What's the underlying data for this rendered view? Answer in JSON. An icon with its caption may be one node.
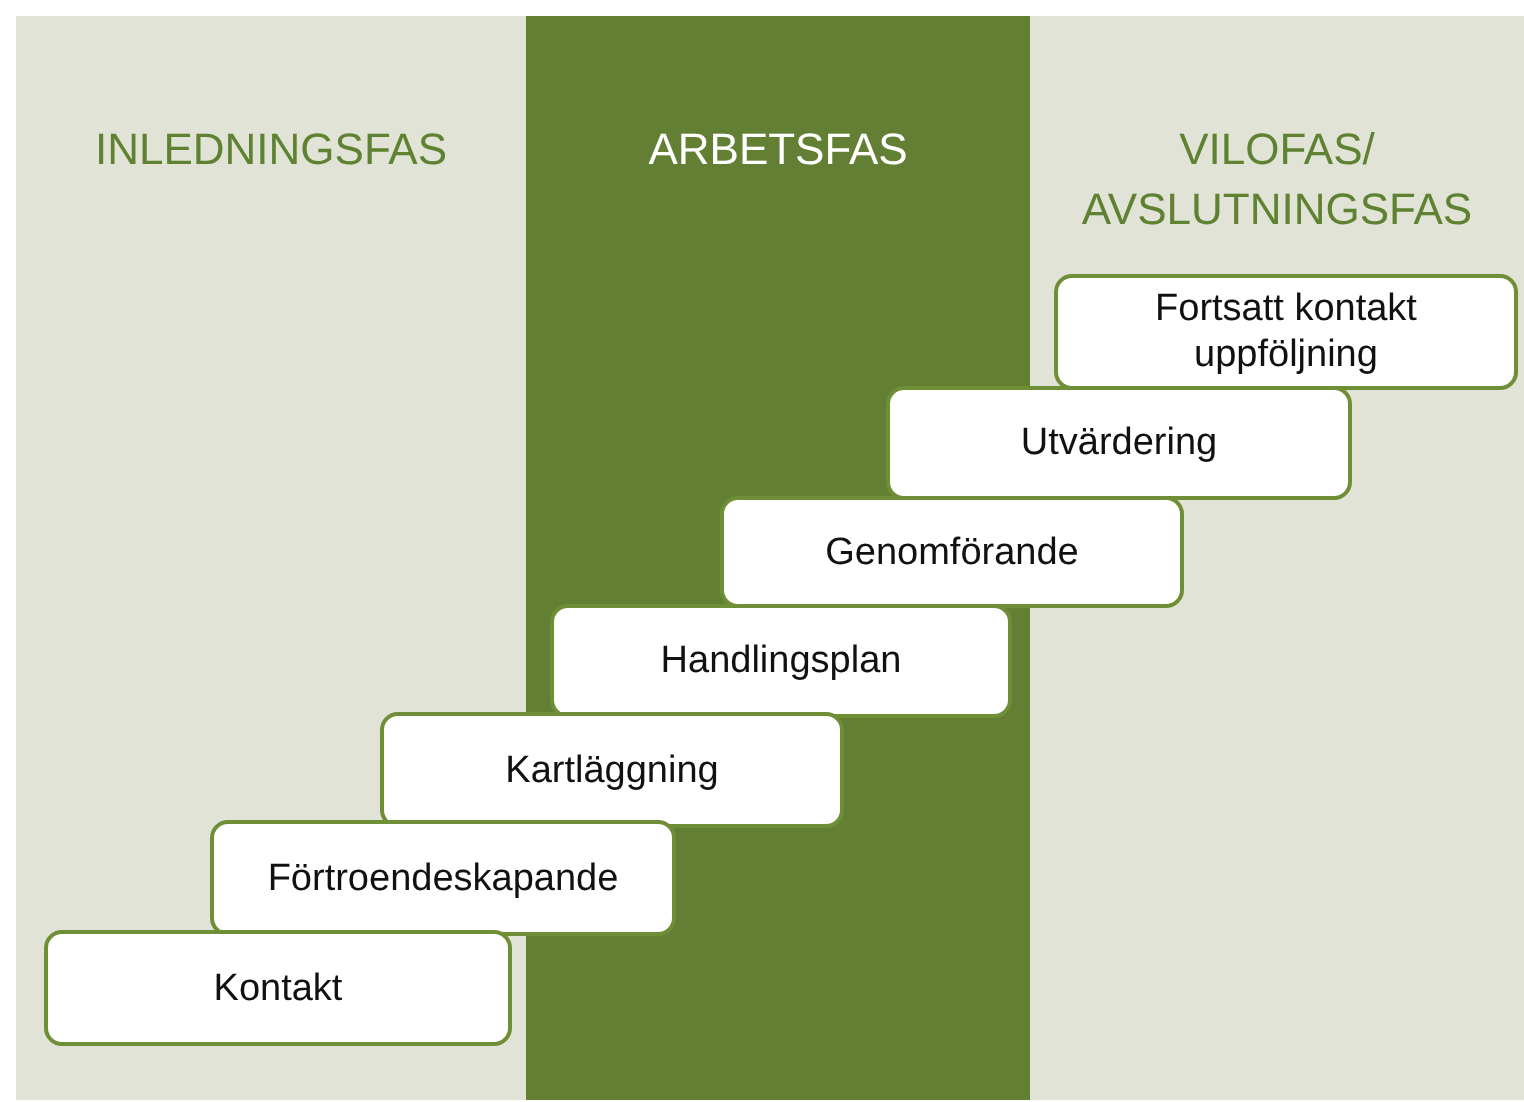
{
  "diagram": {
    "nodes": [
      {
        "text": [
          "INLEDNINGSFAS"
        ]
      },
      {
        "text": [
          "ARBETSFAS"
        ]
      },
      {
        "text": [
          "VILOFAS/ AVSLUTNINGSFAS"
        ]
      },
      {
        "text": [
          "Kontakt"
        ],
        "in": 0
      },
      {
        "text": [
          "Förtroendeskapande"
        ]
      },
      {
        "text": [
          "Kartläggning"
        ]
      },
      {
        "text": [
          "Handlingsplan"
        ],
        "in": 1
      },
      {
        "text": [
          "Genomförande"
        ]
      },
      {
        "text": [
          "Utvärdering"
        ]
      },
      {
        "text": [
          "Fortsatt kontakt uppföljning"
        ],
        "in": 2
      }
    ]
  }
}
